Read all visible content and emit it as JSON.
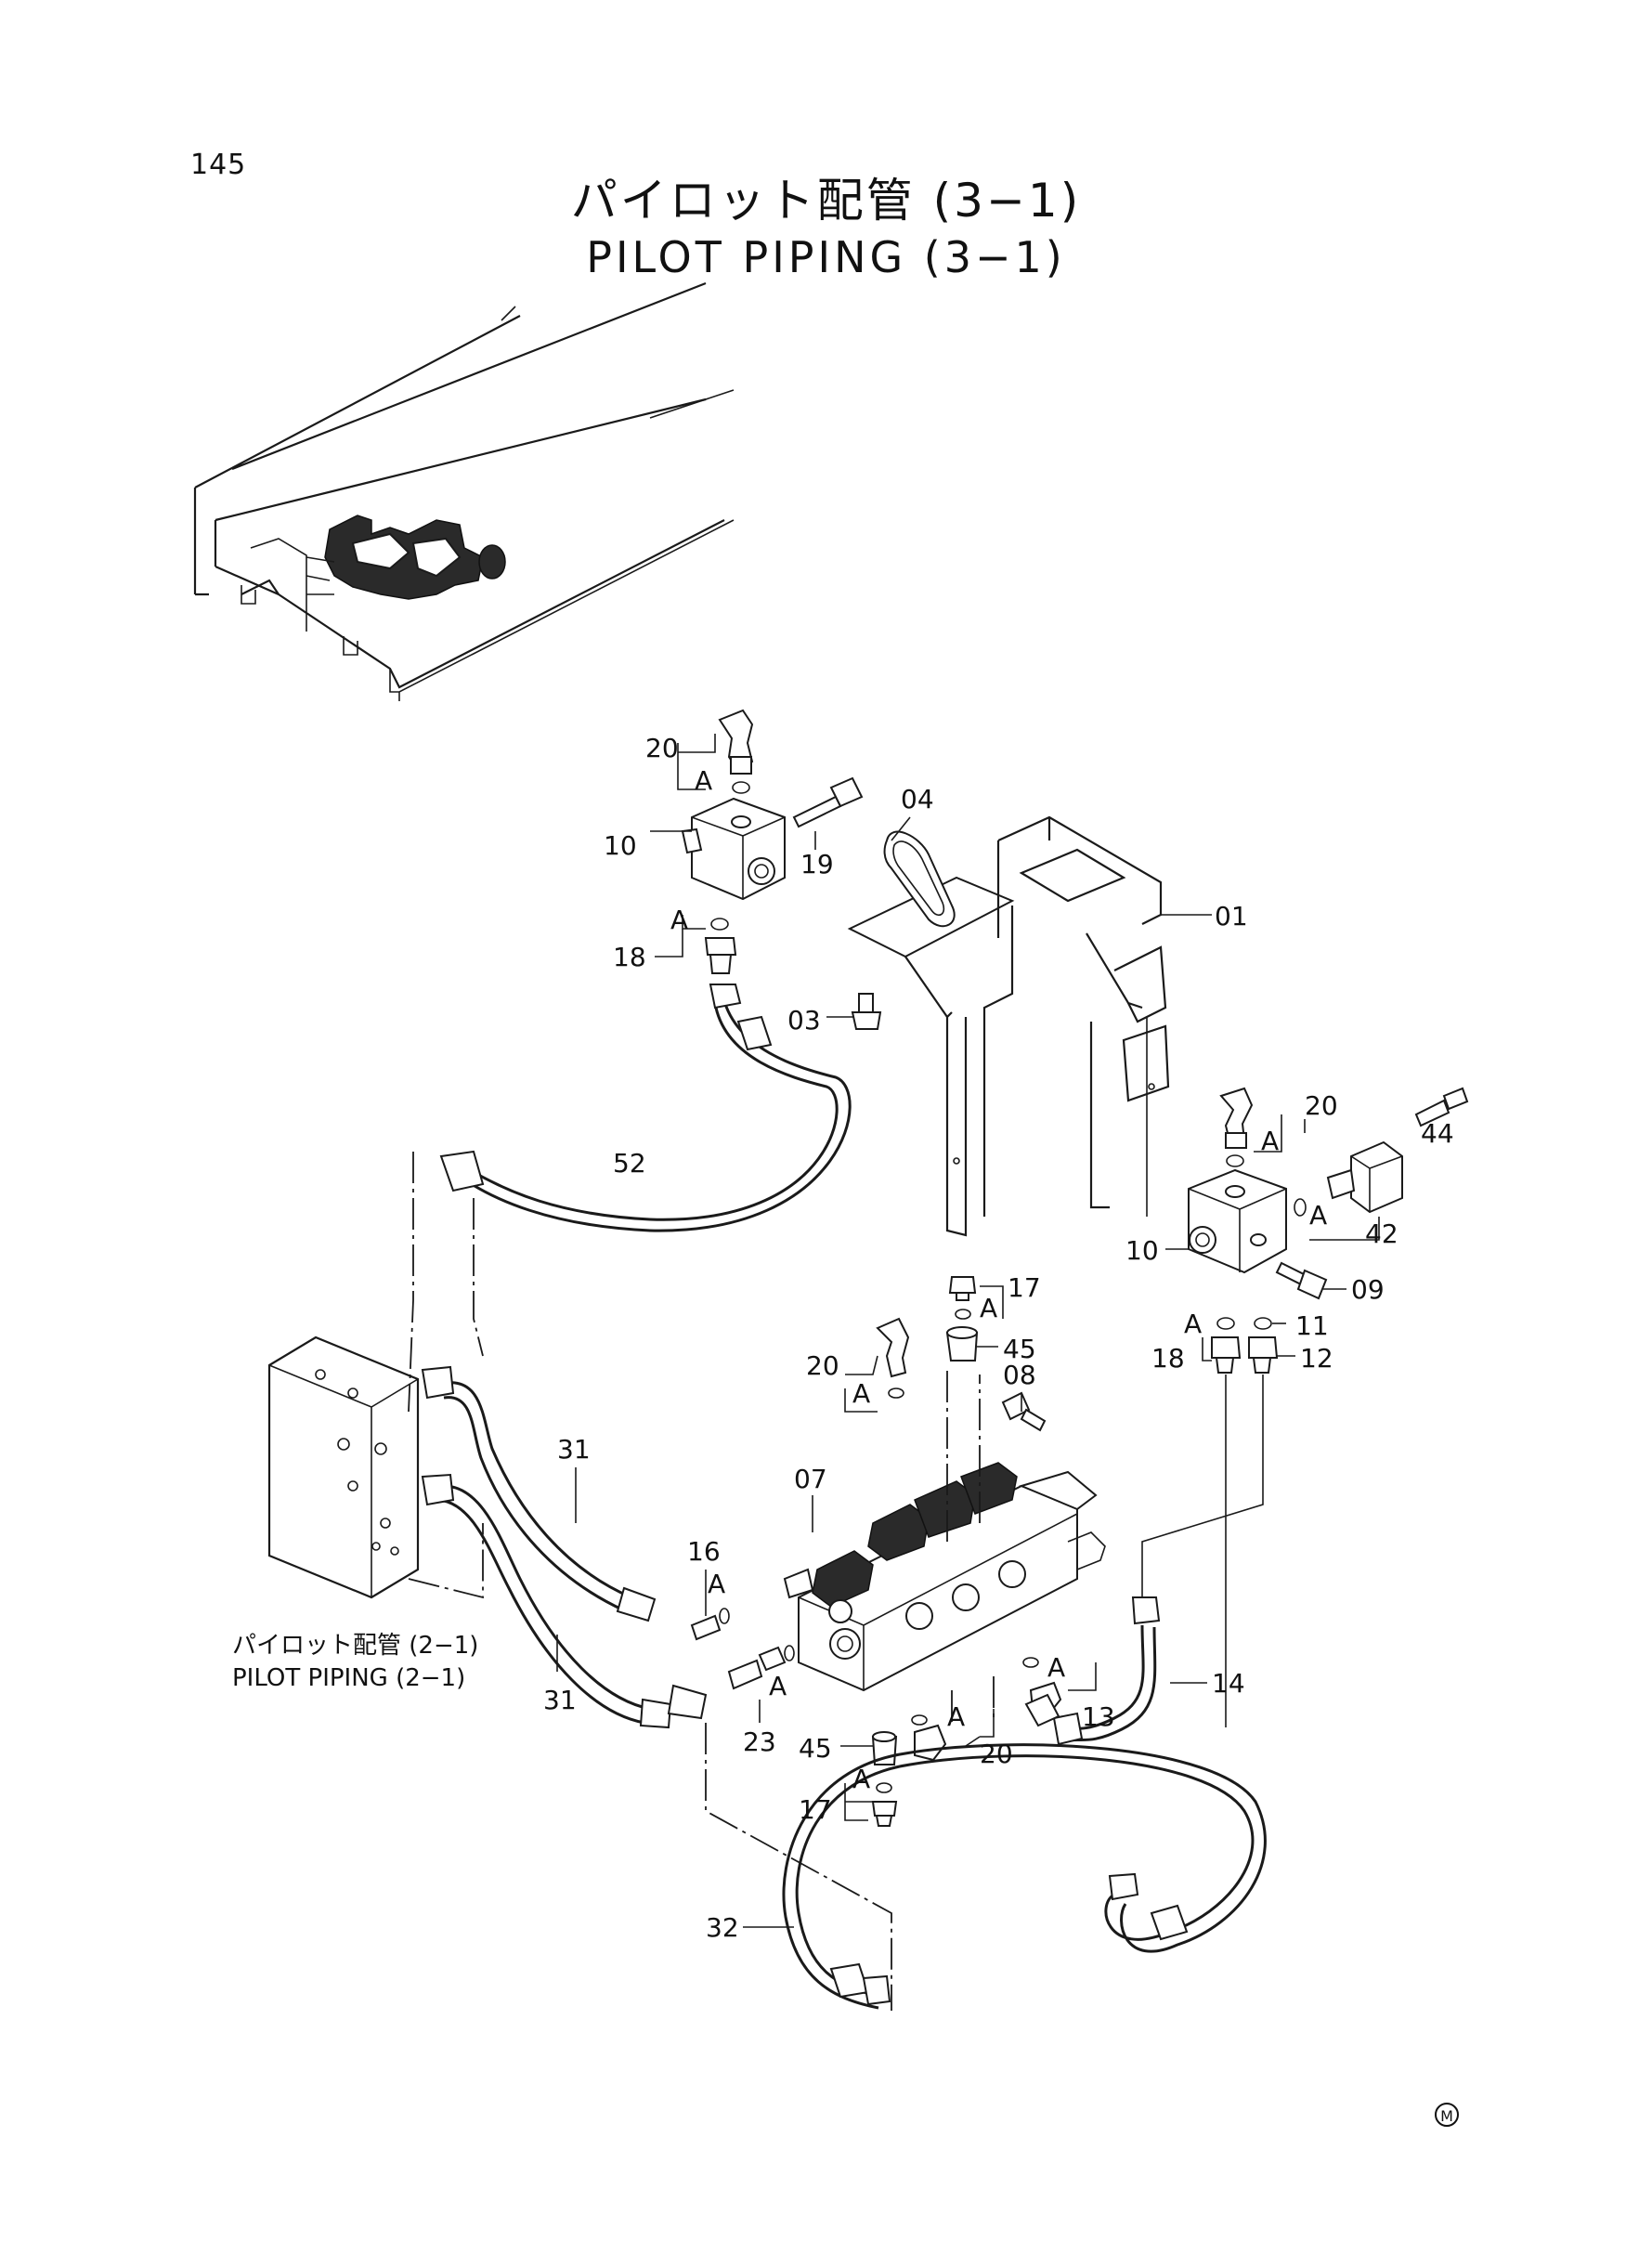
{
  "page_number": "145",
  "title": {
    "ja": "パイロット配管 (3−1)",
    "en": "PILOT PIPING (3−1)"
  },
  "reference": {
    "ja": "パイロット配管 (2−1)",
    "en": "PILOT PIPING (2−1)"
  },
  "marking_symbol": "M",
  "callouts": {
    "c01": "01",
    "c03": "03",
    "c04": "04",
    "c07": "07",
    "c08": "08",
    "c09": "09",
    "c10a": "10",
    "c10b": "10",
    "c11": "11",
    "c12": "12",
    "c13": "13",
    "c14": "14",
    "c16": "16",
    "c17a": "17",
    "c17b": "17",
    "c18a": "18",
    "c18b": "18",
    "c19": "19",
    "c20a": "20",
    "c20b": "20",
    "c20c": "20",
    "c20d": "20",
    "c23": "23",
    "c31a": "31",
    "c31b": "31",
    "c32": "32",
    "c42": "42",
    "c44": "44",
    "c45a": "45",
    "c45b": "45",
    "c52": "52"
  },
  "detail_marker": "A"
}
